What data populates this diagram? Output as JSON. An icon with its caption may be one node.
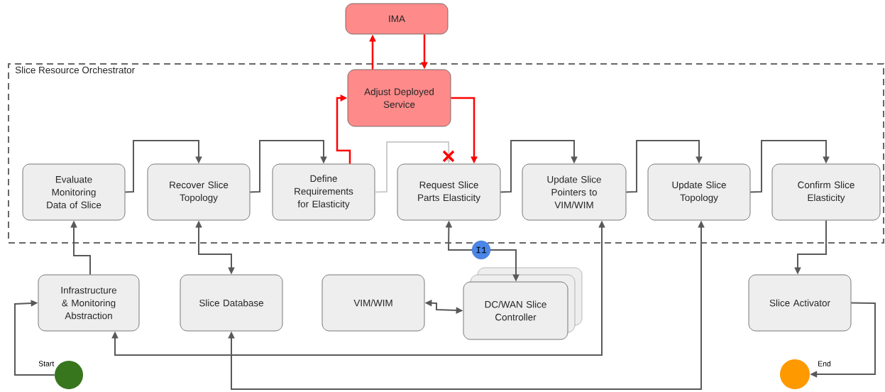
{
  "diagram": {
    "nodes": [
      {
        "text": [
          "Slice Resource Orchestrator"
        ]
      },
      {
        "text": [
          "IMA"
        ]
      },
      {
        "text": [
          "Adjust Deployed Service"
        ],
        "in": 0
      },
      {
        "text": [
          "Evaluate Monitoring Data of Slice"
        ],
        "in": 0
      },
      {
        "text": [
          "Recover Slice Topology"
        ],
        "in": 0
      },
      {
        "text": [
          "Define Requirements for Elasticity"
        ],
        "in": 0
      },
      {
        "text": [
          "Request Slice Parts Elasticity"
        ],
        "in": 0
      },
      {
        "text": [
          "Update Slice Pointers to VIM/WIM"
        ],
        "in": 0
      },
      {
        "text": [
          "Update Slice Topology"
        ],
        "in": 0
      },
      {
        "text": [
          "Confirm Slice Elasticity"
        ],
        "in": 0
      },
      {
        "text": [
          "Infrastructure & Monitoring Abstraction"
        ]
      },
      {
        "text": [
          "Slice Database"
        ]
      },
      {
        "text": [
          "VIM/WIM"
        ]
      },
      {
        "text": [
          "DC/WAN Slice Controller"
        ]
      },
      {
        "text": [
          "Slice Activator"
        ]
      },
      {
        "text": [],
        "shape": "circle",
        "beside": [
          "Start"
        ]
      },
      {
        "text": [],
        "shape": "circle",
        "beside": [
          "End"
        ]
      }
    ],
    "edges": [
      {
        "from": 3,
        "to": 4,
        "arrow": "to"
      },
      {
        "from": 4,
        "to": 5,
        "arrow": "to"
      },
      {
        "from": 5,
        "to": 6,
        "arrow": "to",
        "color": "#cccccc"
      },
      {
        "from": 6,
        "to": 7,
        "arrow": "to"
      },
      {
        "from": 7,
        "to": 8,
        "arrow": "to"
      },
      {
        "from": 8,
        "to": 9,
        "arrow": "to"
      },
      {
        "from": 5,
        "to": 2,
        "arrow": "to",
        "color": "#ff0000"
      },
      {
        "from": 2,
        "to": 1,
        "arrow": "to",
        "color": "#ff0000"
      },
      {
        "from": 1,
        "to": 2,
        "arrow": "to",
        "color": "#ff0000"
      },
      {
        "from": 2,
        "to": 6,
        "arrow": "to",
        "color": "#ff0000"
      },
      {
        "from": 10,
        "to": 3,
        "arrow": "to"
      },
      {
        "from": 4,
        "to": 11,
        "arrow": "both"
      },
      {
        "from": 12,
        "to": 13,
        "arrow": "both"
      },
      {
        "from": 6,
        "to": 13,
        "arrow": "both",
        "label": "I1"
      },
      {
        "from": 10,
        "to": 7,
        "arrow": "both"
      },
      {
        "from": 11,
        "to": 8,
        "arrow": "both"
      },
      {
        "from": 9,
        "to": 14,
        "arrow": "to"
      },
      {
        "from": 15,
        "to": 10,
        "arrow": "to"
      },
      {
        "from": 14,
        "to": 16,
        "arrow": "to"
      }
    ]
  }
}
